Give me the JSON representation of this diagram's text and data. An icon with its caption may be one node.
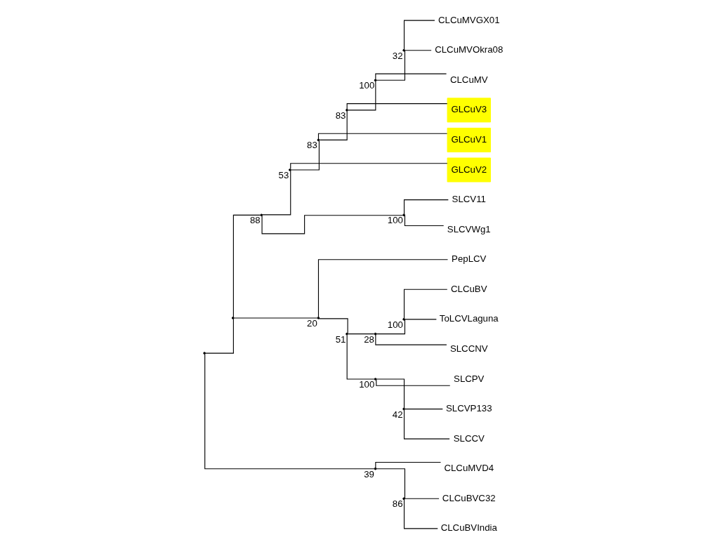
{
  "diagram": {
    "nodes": [
      {
        "text": [],
        "shape": "point"
      },
      {
        "text": [],
        "shape": "point"
      },
      {
        "text": [],
        "shape": "point",
        "beside": [
          "88"
        ]
      },
      {
        "text": [],
        "shape": "point",
        "beside": [
          "53"
        ]
      },
      {
        "text": [],
        "shape": "point",
        "beside": [
          "83"
        ]
      },
      {
        "text": [],
        "shape": "point",
        "beside": [
          "83"
        ]
      },
      {
        "text": [],
        "shape": "point",
        "beside": [
          "100"
        ]
      },
      {
        "text": [],
        "shape": "point",
        "beside": [
          "32"
        ]
      },
      {
        "text": [
          "CLCuMVGX01"
        ]
      },
      {
        "text": [
          "CLCuMVOkra08"
        ]
      },
      {
        "text": [
          "CLCuMV"
        ]
      },
      {
        "text": [
          "GLCuV3"
        ]
      },
      {
        "text": [
          "GLCuV1"
        ]
      },
      {
        "text": [
          "GLCuV2"
        ]
      },
      {
        "text": [],
        "shape": "point",
        "beside": [
          "100"
        ]
      },
      {
        "text": [
          "SLCV11"
        ]
      },
      {
        "text": [
          "SLCVWg1"
        ]
      },
      {
        "text": [],
        "shape": "point",
        "beside": [
          "20"
        ]
      },
      {
        "text": [
          "PepLCV"
        ]
      },
      {
        "text": [],
        "shape": "point",
        "beside": [
          "51"
        ]
      },
      {
        "text": [],
        "shape": "point",
        "beside": [
          "28"
        ]
      },
      {
        "text": [],
        "shape": "point",
        "beside": [
          "100"
        ]
      },
      {
        "text": [
          "CLCuBV"
        ]
      },
      {
        "text": [
          "ToLCVLaguna"
        ]
      },
      {
        "text": [
          "SLCCNV"
        ]
      },
      {
        "text": [],
        "shape": "point",
        "beside": [
          "100"
        ]
      },
      {
        "text": [
          "SLCPV"
        ]
      },
      {
        "text": [],
        "shape": "point",
        "beside": [
          "42"
        ]
      },
      {
        "text": [
          "SLCVP133"
        ]
      },
      {
        "text": [
          "SLCCV"
        ]
      },
      {
        "text": [],
        "shape": "point",
        "beside": [
          "39"
        ]
      },
      {
        "text": [
          "CLCuMVD4"
        ]
      },
      {
        "text": [],
        "shape": "point",
        "beside": [
          "86"
        ]
      },
      {
        "text": [
          "CLCuBVC32"
        ]
      },
      {
        "text": [
          "CLCuBVIndia"
        ]
      }
    ],
    "edges": [
      {
        "from": 0,
        "to": 1,
        "arrow": "none"
      },
      {
        "from": 1,
        "to": 2,
        "arrow": "none"
      },
      {
        "from": 2,
        "to": 3,
        "arrow": "none"
      },
      {
        "from": 3,
        "to": 4,
        "arrow": "none"
      },
      {
        "from": 4,
        "to": 5,
        "arrow": "none"
      },
      {
        "from": 5,
        "to": 6,
        "arrow": "none"
      },
      {
        "from": 6,
        "to": 7,
        "arrow": "none"
      },
      {
        "from": 7,
        "to": 8,
        "arrow": "none"
      },
      {
        "from": 7,
        "to": 9,
        "arrow": "none"
      },
      {
        "from": 6,
        "to": 10,
        "arrow": "none"
      },
      {
        "from": 5,
        "to": 11,
        "arrow": "none"
      },
      {
        "from": 4,
        "to": 12,
        "arrow": "none"
      },
      {
        "from": 3,
        "to": 13,
        "arrow": "none"
      },
      {
        "from": 2,
        "to": 14,
        "arrow": "none"
      },
      {
        "from": 14,
        "to": 15,
        "arrow": "none"
      },
      {
        "from": 14,
        "to": 16,
        "arrow": "none"
      },
      {
        "from": 1,
        "to": 17,
        "arrow": "none"
      },
      {
        "from": 17,
        "to": 18,
        "arrow": "none"
      },
      {
        "from": 17,
        "to": 19,
        "arrow": "none"
      },
      {
        "from": 19,
        "to": 20,
        "arrow": "none"
      },
      {
        "from": 20,
        "to": 21,
        "arrow": "none"
      },
      {
        "from": 21,
        "to": 22,
        "arrow": "none"
      },
      {
        "from": 21,
        "to": 23,
        "arrow": "none"
      },
      {
        "from": 20,
        "to": 24,
        "arrow": "none"
      },
      {
        "from": 19,
        "to": 25,
        "arrow": "none"
      },
      {
        "from": 25,
        "to": 26,
        "arrow": "none"
      },
      {
        "from": 25,
        "to": 27,
        "arrow": "none"
      },
      {
        "from": 27,
        "to": 28,
        "arrow": "none"
      },
      {
        "from": 27,
        "to": 29,
        "arrow": "none"
      },
      {
        "from": 0,
        "to": 30,
        "arrow": "none"
      },
      {
        "from": 30,
        "to": 31,
        "arrow": "none"
      },
      {
        "from": 30,
        "to": 32,
        "arrow": "none"
      },
      {
        "from": 32,
        "to": 33,
        "arrow": "none"
      },
      {
        "from": 32,
        "to": 34,
        "arrow": "none"
      }
    ]
  }
}
